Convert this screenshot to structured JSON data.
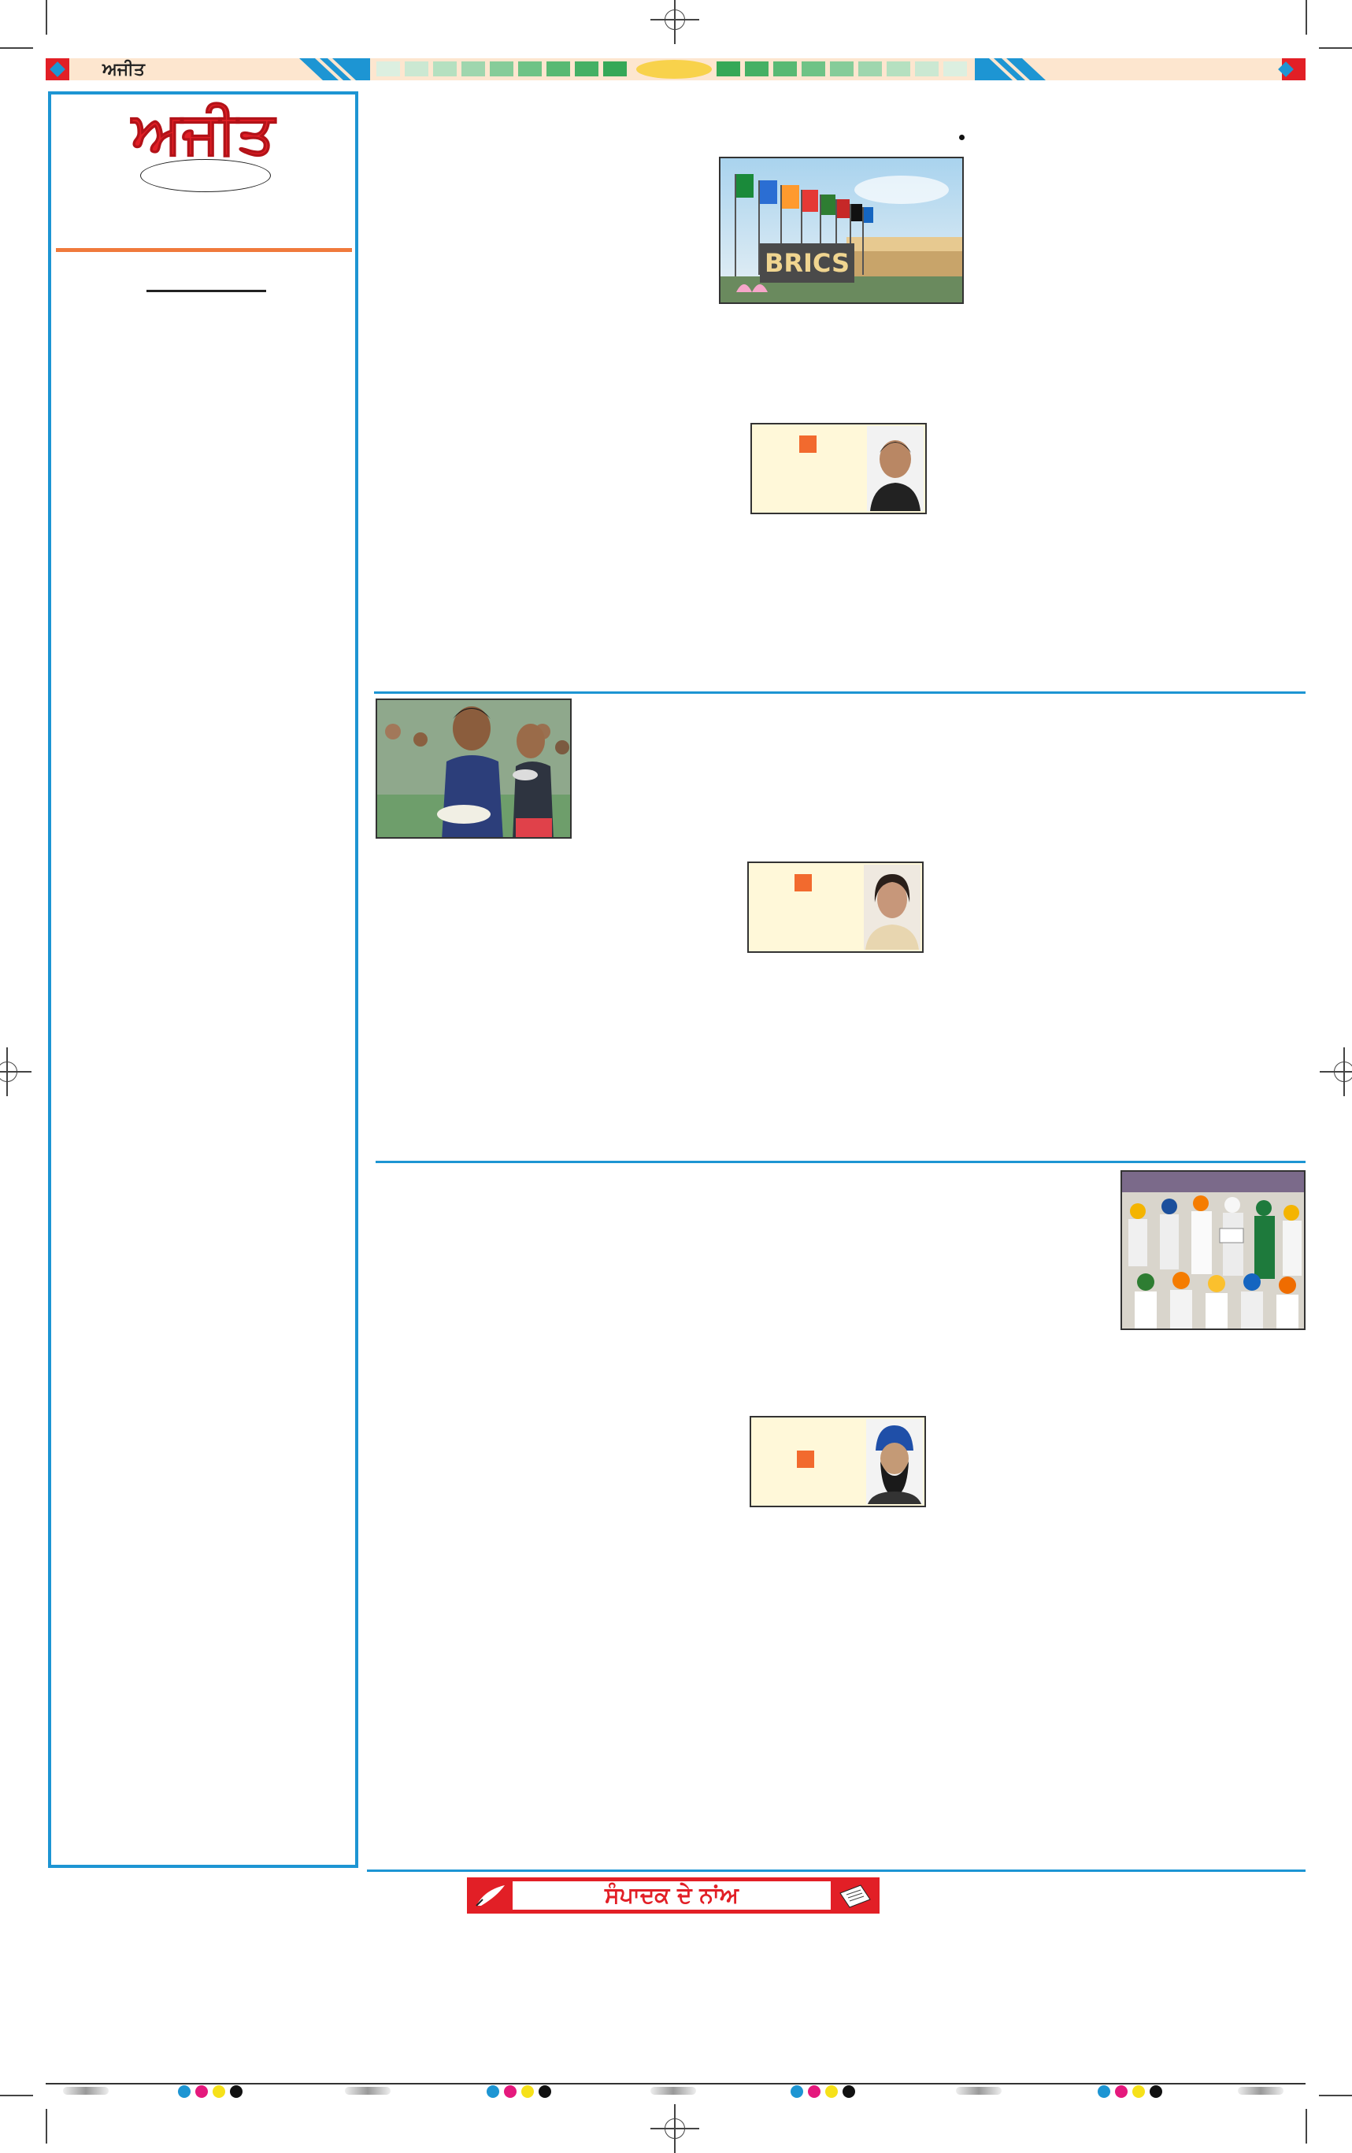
{
  "header": {
    "strip_label": "ਅਜੀਤ"
  },
  "masthead": {
    "title": "ਅਜੀਤ"
  },
  "articles": [
    {
      "photo": "brics-summit-flags-photo",
      "photo_caption": "BRICS",
      "author_icon": "author-portrait-young-man"
    },
    {
      "photo": "children-holding-food-plates-photo",
      "author_icon": "author-portrait-woman"
    },
    {
      "photo": "sikh-gathering-photo",
      "author_icon": "author-portrait-turbaned-man"
    }
  ],
  "banner": {
    "title": "ਸੰਪਾਦਕ ਦੇ ਨਾਂਅ"
  },
  "colors": {
    "accent_blue": "#1d95d3",
    "brand_red": "#e21f26",
    "rule_orange": "#f07a3c",
    "author_box_bg": "#fff8d9",
    "author_square": "#f26a2e",
    "strip_bg": "#fde6cf",
    "strip_green": "#3eb56a"
  }
}
